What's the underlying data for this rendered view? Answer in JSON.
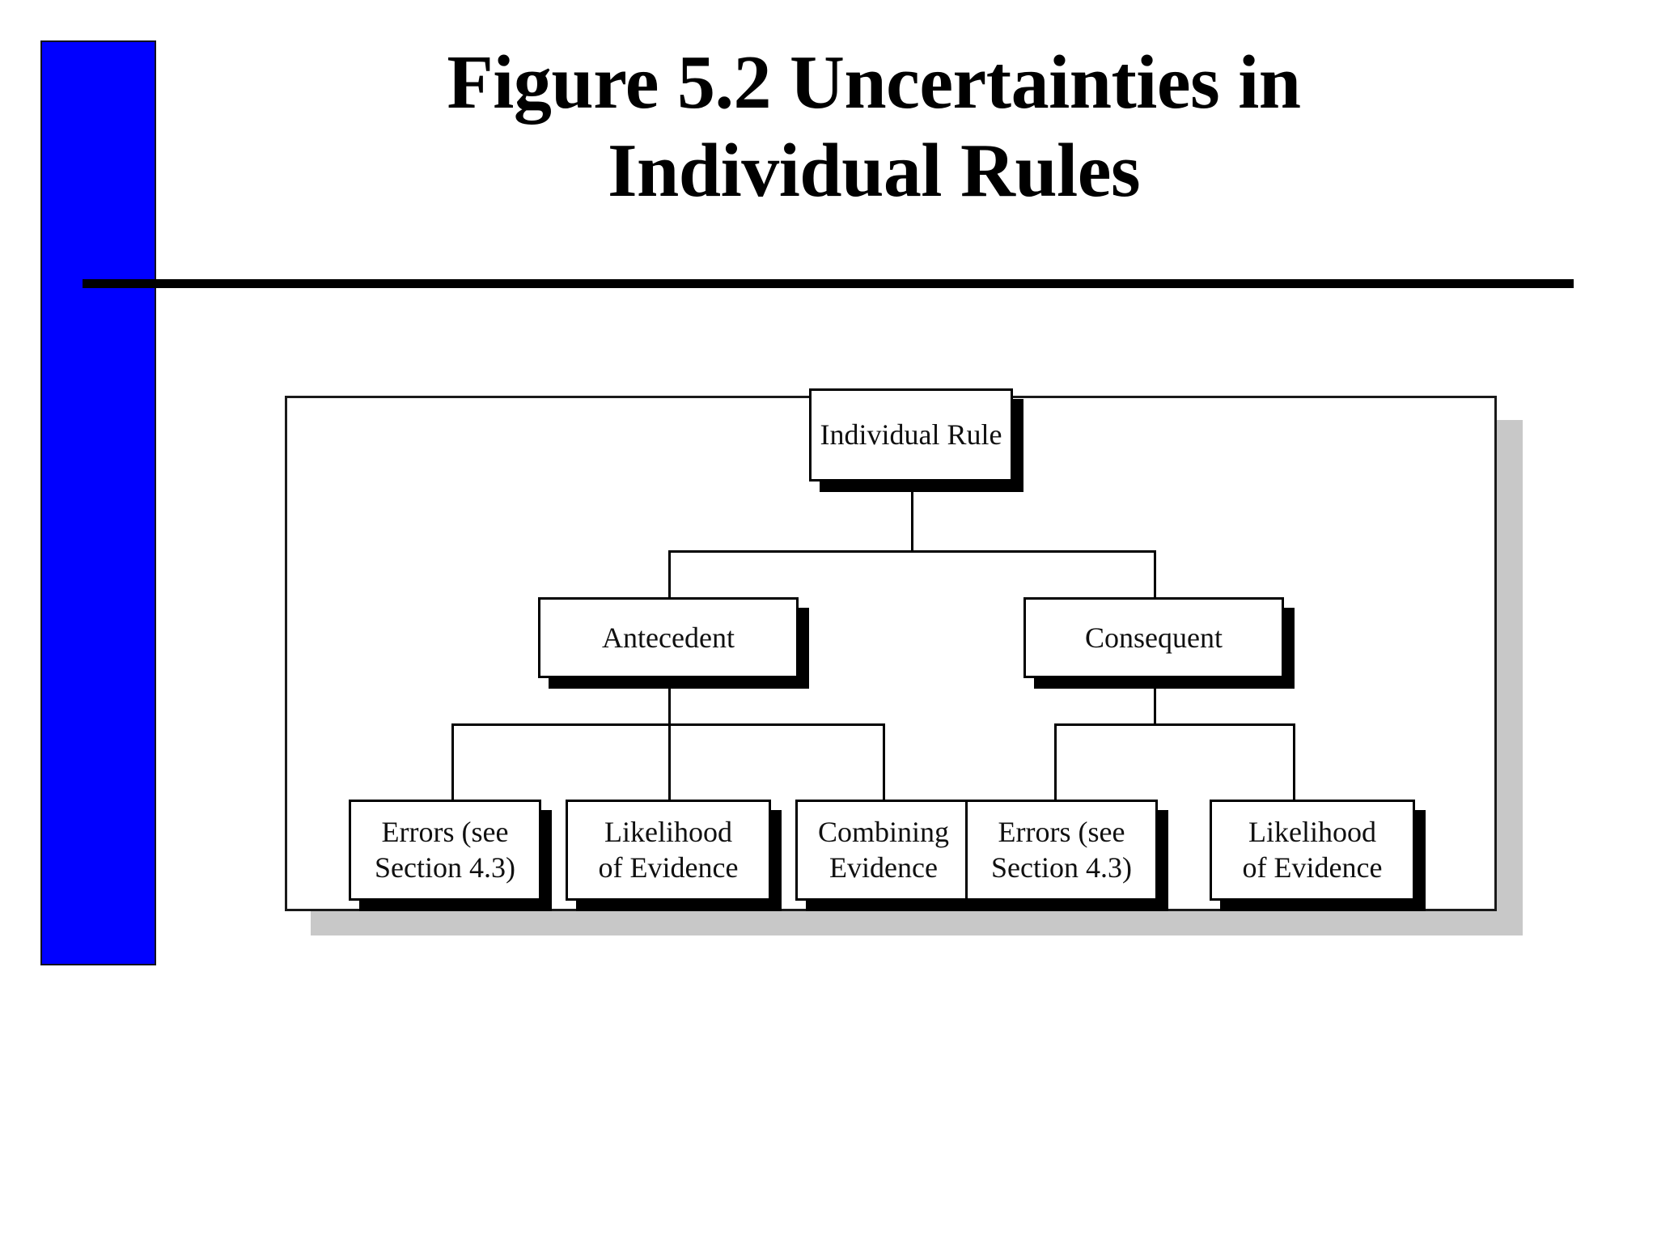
{
  "slide": {
    "title": "Figure 5.2 Uncertainties in\nIndividual Rules",
    "title_line1": "Figure 5.2 Uncertainties in",
    "title_line2": "Individual Rules",
    "accent_color": "#0000FF",
    "rule_color": "#000000",
    "background": "#FFFFFF"
  },
  "diagram": {
    "type": "tree",
    "frame_color": "#1A1A1A",
    "frame_shadow_color": "#C8C8C8",
    "node_shadow_color": "#000000",
    "nodes": {
      "root": {
        "label": "Individual Rule"
      },
      "level2": [
        {
          "label": "Antecedent"
        },
        {
          "label": "Consequent"
        }
      ],
      "antecedent_children": [
        {
          "label": "Errors (see\nSection 4.3)"
        },
        {
          "label": "Likelihood\nof Evidence"
        },
        {
          "label": "Combining\nEvidence"
        }
      ],
      "consequent_children": [
        {
          "label": "Errors (see\nSection 4.3)"
        },
        {
          "label": "Likelihood\nof Evidence"
        }
      ]
    }
  }
}
